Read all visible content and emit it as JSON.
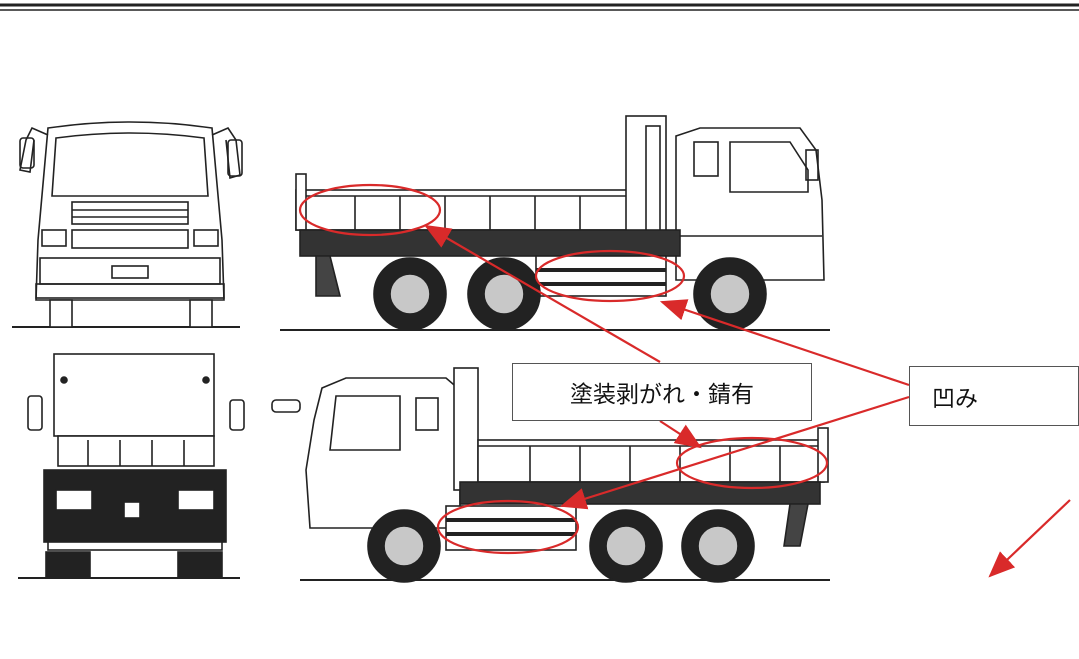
{
  "labels": {
    "paint": "塗装剥がれ・錆有",
    "dent": "凹み"
  },
  "colors": {
    "annotation": "#d92a2a",
    "line": "#222222",
    "wheel": "#c8c8c8",
    "background": "#ffffff"
  },
  "views": [
    "truck-front-view",
    "truck-right-side-view",
    "truck-rear-view",
    "truck-left-side-view"
  ]
}
